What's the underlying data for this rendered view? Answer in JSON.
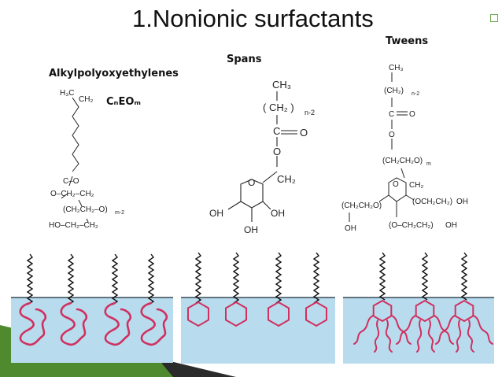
{
  "title": "1.Nonionic surfactants",
  "labels": {
    "alkyl": "Alkylpolyoxyethylenes",
    "spans": "Spans",
    "tweens": "Tweens",
    "cneo": "CₙEOₘ"
  },
  "chem": {
    "alkyl": {
      "h3c": "H₃C",
      "ch2_top": "CH₂",
      "c_o": "C–O",
      "o_ch2_ch2": "O–CH₂–CH₂",
      "repeat": "(CH₂CH₂–O)",
      "repeat_sub": "m-2",
      "ho_line": "HO–CH₂–CH₂"
    },
    "spans": {
      "ch3": "CH₃",
      "ch2n": "( CH₂ )",
      "n_sub": "n-2",
      "c": "C",
      "o_dbl": "O",
      "o": "O",
      "ch2": "CH₂",
      "ring_o": "O",
      "oh_left": "OH",
      "oh_right": "OH",
      "oh_bottom": "OH"
    },
    "tweens": {
      "ch3": "CH₃",
      "ch2n": "(CH₂)",
      "n_sub": "n-2",
      "c": "C",
      "o_dbl": "O",
      "o": "O",
      "ch2ch2o": "(CH₂CH₂O)",
      "m_sub": "m",
      "ch2": "CH₂",
      "ring_o": "O",
      "left_chain": "(CH₂CH₂O)",
      "left_oh": "OH",
      "right1": "(OCH₂CH₂)",
      "right1_oh": "OH",
      "right2": "(O–CH₂CH₂)",
      "right2_oh": "OH"
    }
  },
  "colors": {
    "water": "#b8dcee",
    "surface_line": "#3a4a55",
    "headgroup": "#d0305f",
    "tail": "#111111",
    "accent_green": "#4f8a2f"
  }
}
